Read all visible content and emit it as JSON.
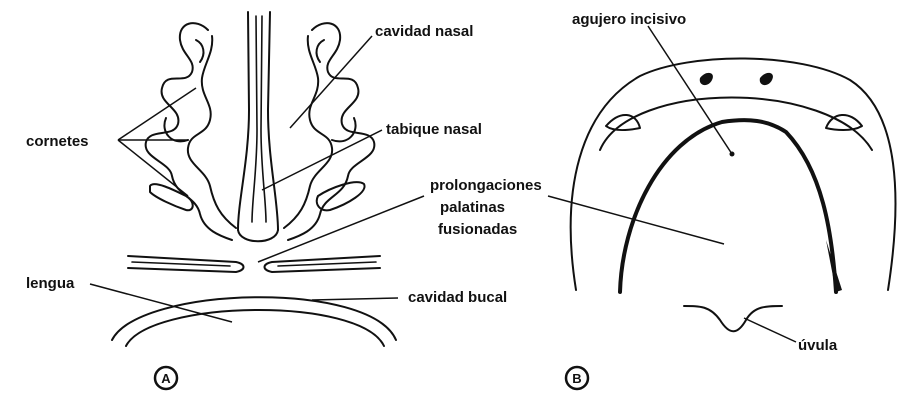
{
  "diagram": {
    "panel_a": {
      "letter": "A",
      "labels": {
        "cavidad_nasal": "cavidad nasal",
        "tabique_nasal": "tabique nasal",
        "cornetes": "cornetes",
        "prolongaciones": [
          "prolongaciones",
          "palatinas",
          "fusionadas"
        ],
        "lengua": "lengua",
        "cavidad_bucal": "cavidad bucal"
      }
    },
    "panel_b": {
      "letter": "B",
      "labels": {
        "agujero_incisivo": "agujero incisivo",
        "uvula": "úvula"
      }
    }
  }
}
